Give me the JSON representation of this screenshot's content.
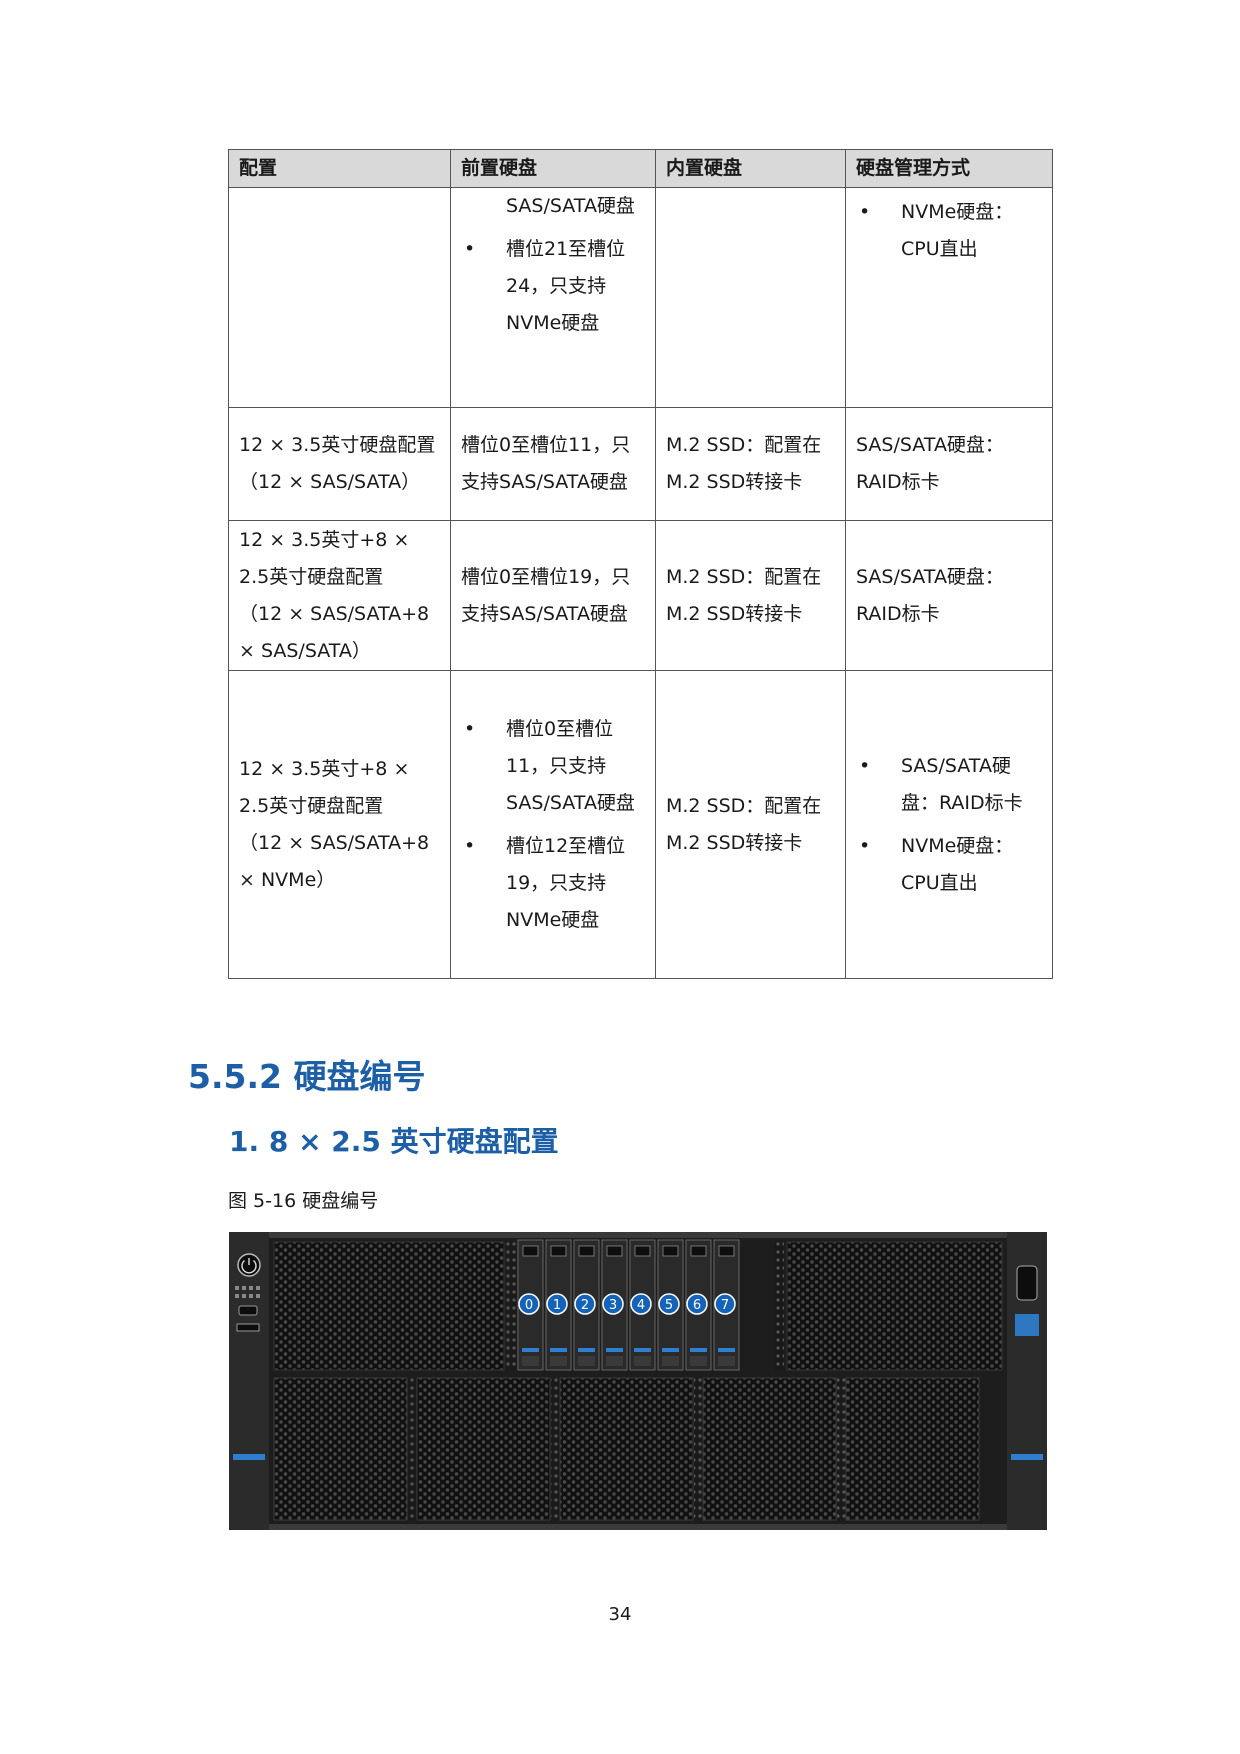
{
  "table": {
    "headers": [
      "配置",
      "前置硬盘",
      "内置硬盘",
      "硬盘管理方式"
    ],
    "rows": [
      {
        "config": [],
        "front_pre": "SAS/SATA硬盘",
        "front": [
          "槽位21至槽位24，只支持NVMe硬盘"
        ],
        "internal": [],
        "mgmt": [
          "NVMe硬盘：CPU直出"
        ]
      },
      {
        "config": [
          "12 × 3.5英寸硬盘配置",
          "（12 × SAS/SATA）"
        ],
        "front_text": "槽位0至槽位11，只支持SAS/SATA硬盘",
        "internal": [
          "M.2 SSD：配置在M.2 SSD转接卡"
        ],
        "mgmt_text": "SAS/SATA硬盘：RAID标卡"
      },
      {
        "config": [
          "12 × 3.5英寸+8 × 2.5英寸硬盘配置",
          "（12 × SAS/SATA+8 × SAS/SATA）"
        ],
        "front_text": "槽位0至槽位19，只支持SAS/SATA硬盘",
        "internal": [
          "M.2 SSD：配置在M.2 SSD转接卡"
        ],
        "mgmt_text": "SAS/SATA硬盘：RAID标卡"
      },
      {
        "config": [
          "12 × 3.5英寸+8 × 2.5英寸硬盘配置",
          "（12 × SAS/SATA+8 × NVMe）"
        ],
        "front": [
          "槽位0至槽位11，只支持SAS/SATA硬盘",
          "槽位12至槽位19，只支持NVMe硬盘"
        ],
        "internal": [
          "M.2 SSD：配置在M.2 SSD转接卡"
        ],
        "mgmt": [
          "SAS/SATA硬盘：RAID标卡",
          "NVMe硬盘：CPU直出"
        ]
      }
    ]
  },
  "bullet": "•",
  "section_heading": "5.5.2 硬盘编号",
  "subsection_heading": "1. 8 × 2.5 英寸硬盘配置",
  "figure_caption": "图 5-16  硬盘编号",
  "figure": {
    "bay_numbers": [
      "0",
      "1",
      "2",
      "3",
      "4",
      "5",
      "6",
      "7"
    ],
    "badge_color": "#1463b8",
    "chassis_color": "#1d1d1d",
    "accent_color": "#2f7fd1"
  },
  "page_number": "34"
}
